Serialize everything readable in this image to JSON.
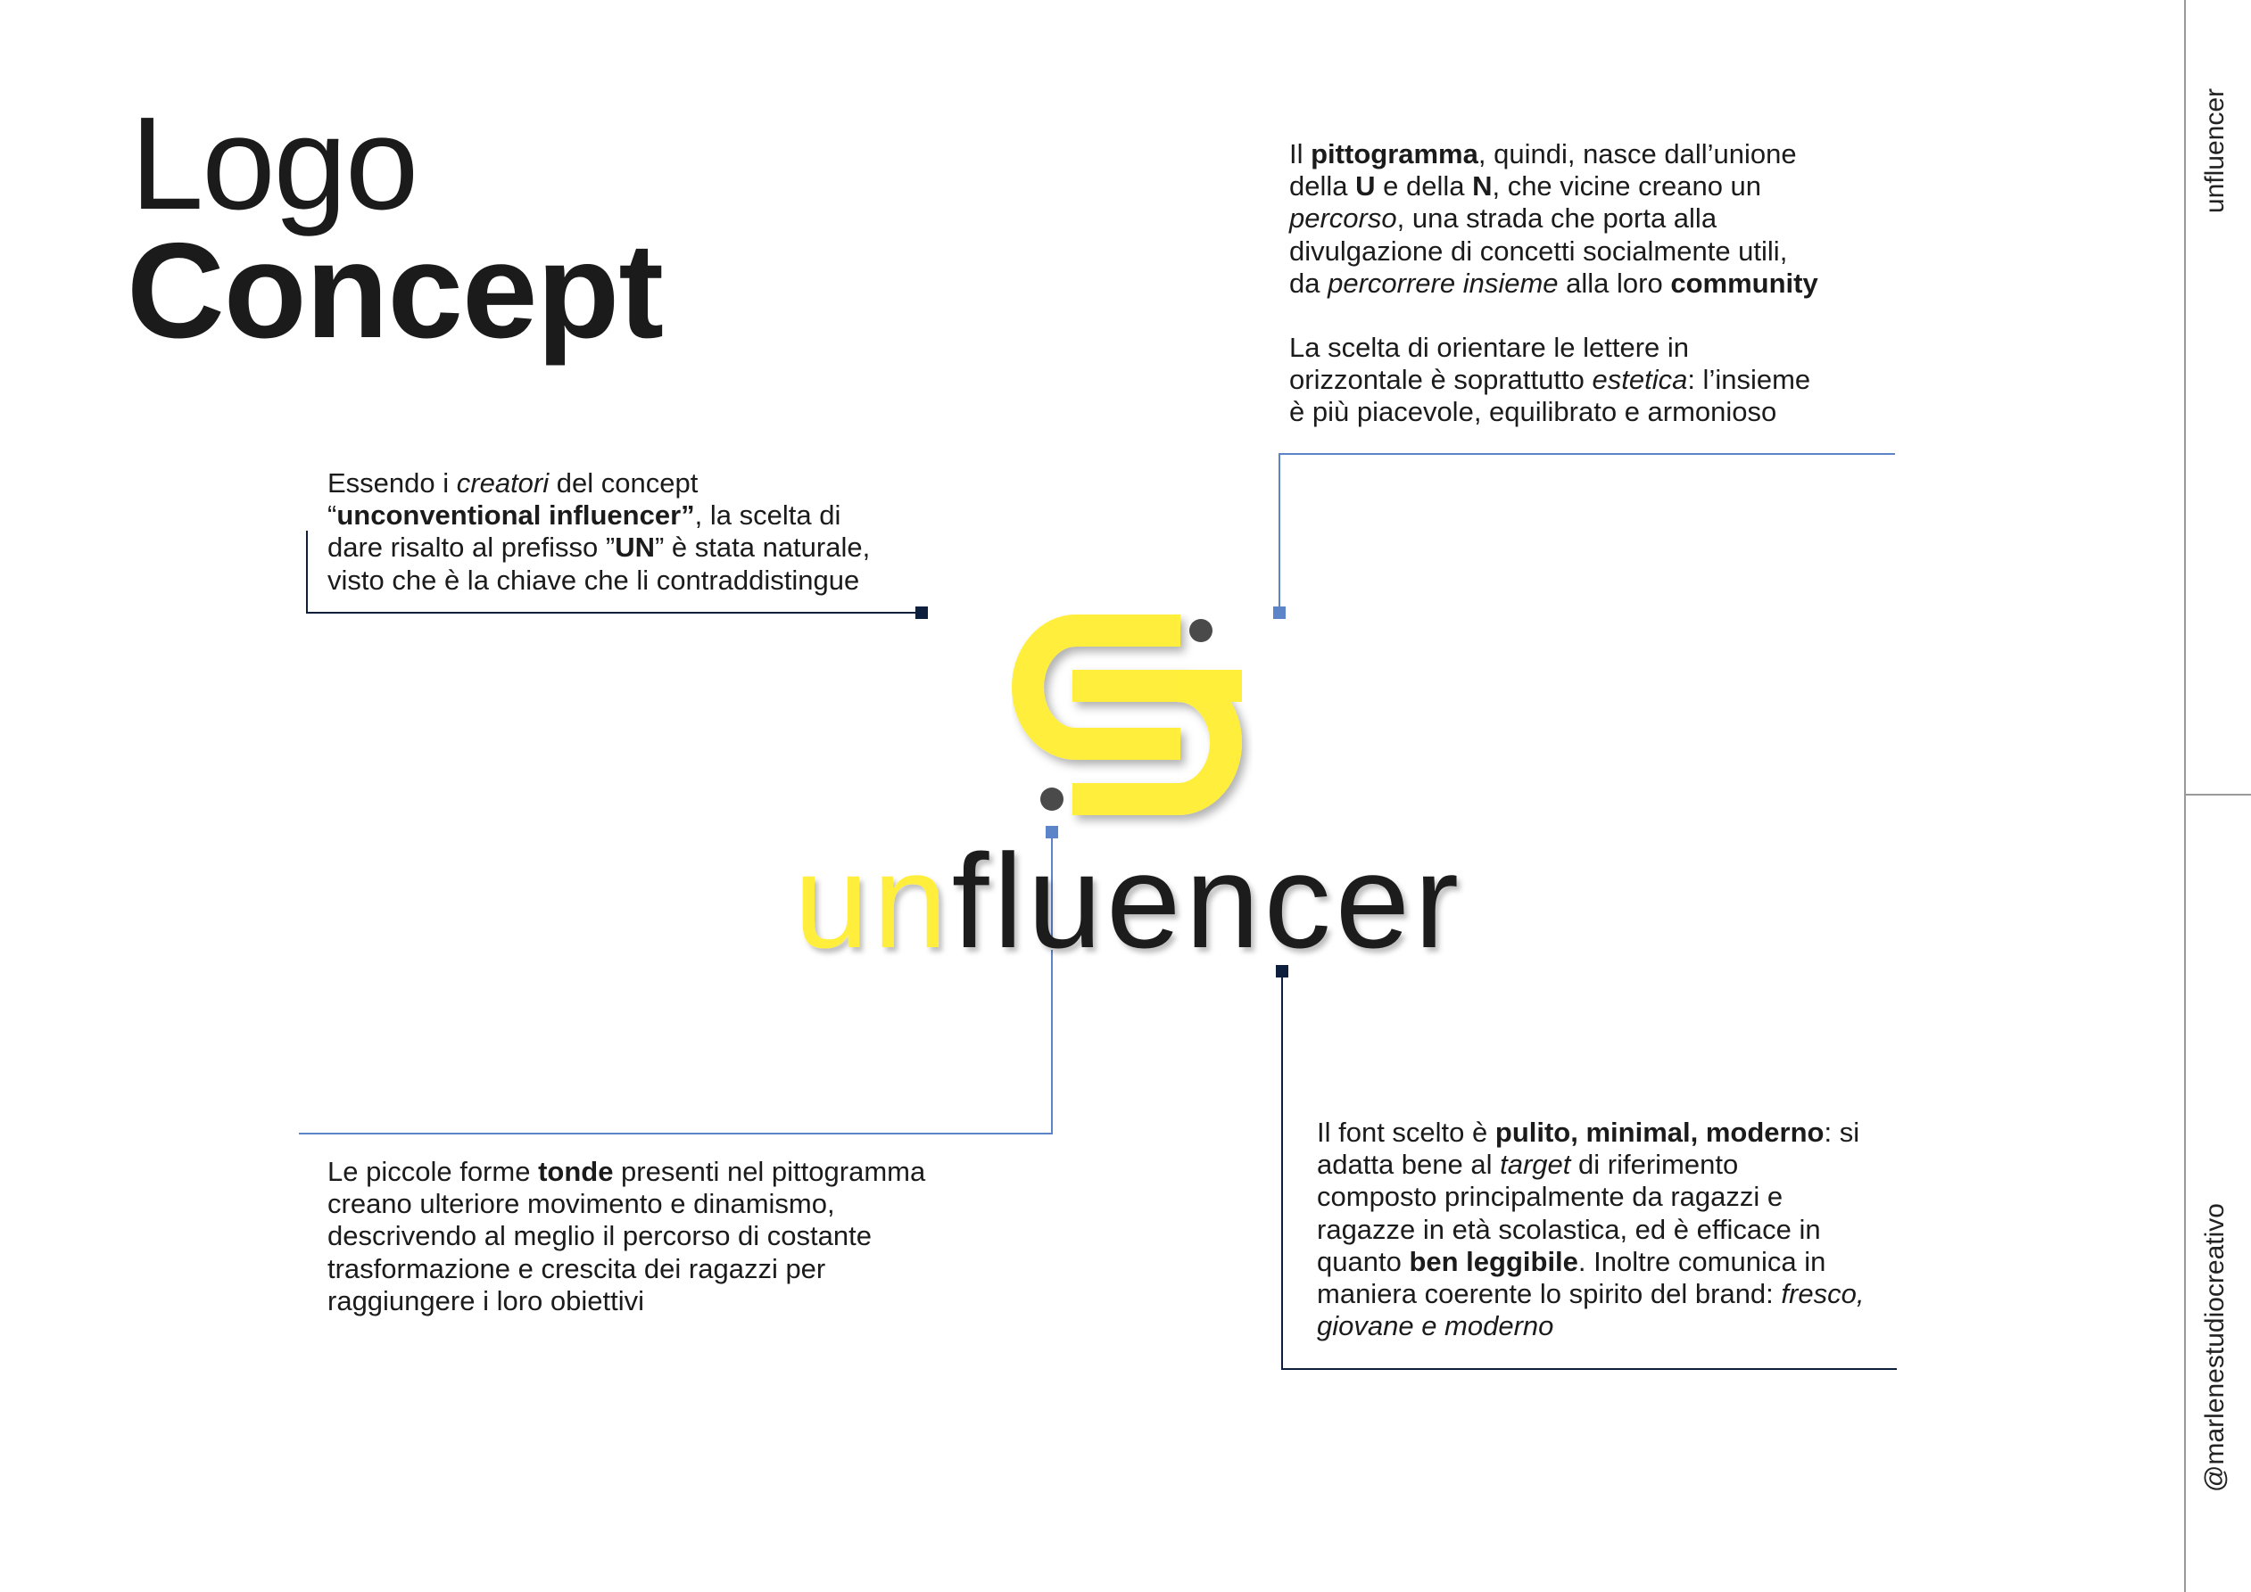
{
  "title": {
    "line1": "Logo",
    "line2": "Concept"
  },
  "colors": {
    "yellow": "#ffee3a",
    "dark": "#1b1b1b",
    "blue_line": "#5b84c9",
    "navy_line": "#0d1f3c",
    "dot": "#4a4a4a"
  },
  "logo": {
    "prefix": "un",
    "suffix": "fluencer"
  },
  "side": {
    "top": "unfluencer",
    "bottom": "@marlenestudiocreativo"
  },
  "blocks": {
    "pictogram": [
      [
        [
          "Il ",
          ""
        ],
        [
          "pittogramma",
          "b"
        ],
        [
          ", quindi, nasce dall’unione",
          ""
        ]
      ],
      [
        [
          "della ",
          ""
        ],
        [
          "U",
          "b"
        ],
        [
          " e della ",
          ""
        ],
        [
          "N",
          "b"
        ],
        [
          ", che vicine creano un",
          ""
        ]
      ],
      [
        [
          "percorso",
          "i"
        ],
        [
          ", una strada che porta alla",
          ""
        ]
      ],
      [
        [
          "divulgazione di concetti socialmente utili,",
          ""
        ]
      ],
      [
        [
          "da ",
          ""
        ],
        [
          "percorrere insieme",
          "i"
        ],
        [
          " alla loro ",
          ""
        ],
        [
          "community",
          "b"
        ]
      ],
      [],
      [
        [
          "La scelta di orientare le lettere in",
          ""
        ]
      ],
      [
        [
          "orizzontale è soprattutto ",
          ""
        ],
        [
          "estetica",
          "i"
        ],
        [
          ": l’insieme",
          ""
        ]
      ],
      [
        [
          "è più piacevole, equilibrato e armonioso",
          ""
        ]
      ]
    ],
    "prefix": [
      [
        [
          "Essendo i ",
          ""
        ],
        [
          "creatori",
          "i"
        ],
        [
          " del concept",
          ""
        ]
      ],
      [
        [
          "“",
          ""
        ],
        [
          "unconventional influencer”",
          "b"
        ],
        [
          ", la scelta di",
          ""
        ]
      ],
      [
        [
          "dare risalto al prefisso ”",
          ""
        ],
        [
          "UN",
          "b"
        ],
        [
          "” è stata naturale,",
          ""
        ]
      ],
      [
        [
          "visto che è la chiave che li contraddistingue",
          ""
        ]
      ]
    ],
    "shapes": [
      [
        [
          "Le piccole forme ",
          ""
        ],
        [
          "tonde",
          "b"
        ],
        [
          " presenti nel pittogramma",
          ""
        ]
      ],
      [
        [
          "creano ulteriore movimento e dinamismo,",
          ""
        ]
      ],
      [
        [
          "descrivendo al meglio il percorso di costante",
          ""
        ]
      ],
      [
        [
          "trasformazione e crescita dei ragazzi per",
          ""
        ]
      ],
      [
        [
          "raggiungere i loro obiettivi",
          ""
        ]
      ]
    ],
    "font": [
      [
        [
          "Il font scelto è ",
          ""
        ],
        [
          "pulito, minimal, moderno",
          "b"
        ],
        [
          ": si",
          ""
        ]
      ],
      [
        [
          "adatta bene al ",
          ""
        ],
        [
          "target",
          "i"
        ],
        [
          " di riferimento",
          ""
        ]
      ],
      [
        [
          "composto principalmente da ragazzi e",
          ""
        ]
      ],
      [
        [
          "ragazze in età scolastica, ed è efficace in",
          ""
        ]
      ],
      [
        [
          "quanto ",
          ""
        ],
        [
          "ben leggibile",
          "b"
        ],
        [
          ". Inoltre comunica in",
          ""
        ]
      ],
      [
        [
          "maniera coerente lo spirito del brand: ",
          ""
        ],
        [
          "fresco,",
          "i"
        ]
      ],
      [
        [
          "giovane e moderno",
          "i"
        ]
      ]
    ]
  }
}
